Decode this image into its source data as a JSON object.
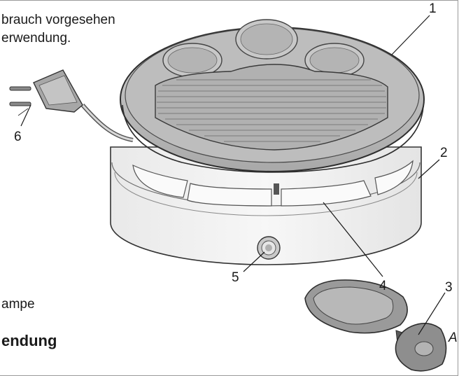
{
  "text": {
    "line1": "brauch vorgesehen",
    "line2": "erwendung.",
    "lamp": "ampe",
    "heading": "endung"
  },
  "callouts": {
    "n1": "1",
    "n2": "2",
    "n3": "3",
    "n4": "4",
    "n5": "5",
    "n6": "6",
    "a": "A"
  }
}
